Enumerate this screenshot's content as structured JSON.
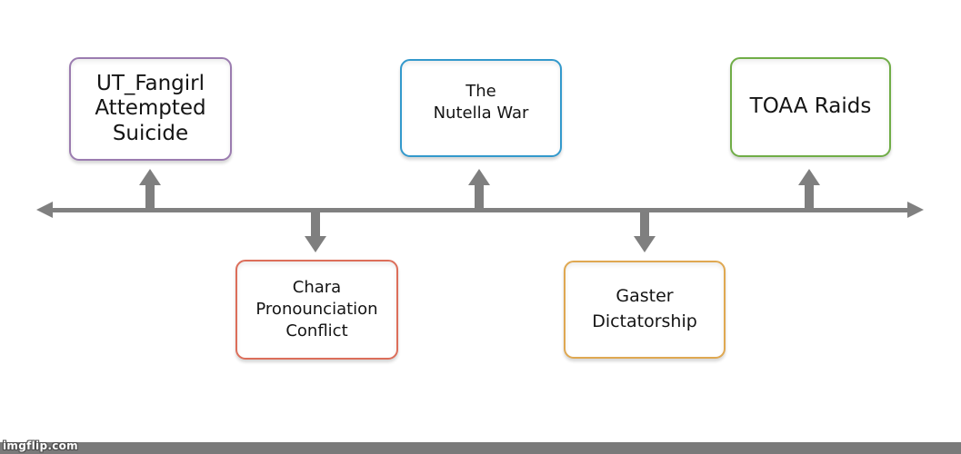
{
  "watermark": {
    "text": "imgflip.com",
    "fill_color": "#ffffff",
    "outline_color": "#4d4d4d"
  },
  "footer": {
    "bar_color": "#7a7a7a"
  },
  "timeline": {
    "axis_color": "#808080",
    "connector_color": "#7f7f7f",
    "events": [
      {
        "label": "UT_Fangirl\nAttempted\nSuicide",
        "side": "above",
        "border_color": "#9b7cb0"
      },
      {
        "label": "Chara\nPronounciation\nConflict",
        "side": "below",
        "border_color": "#dc6e5a"
      },
      {
        "label": "The\nNutella War",
        "side": "above",
        "border_color": "#3399cc"
      },
      {
        "label": "Gaster\nDictatorship",
        "side": "below",
        "border_color": "#dfa851"
      },
      {
        "label": "TOAA Raids",
        "side": "above",
        "border_color": "#70ad47"
      }
    ]
  }
}
